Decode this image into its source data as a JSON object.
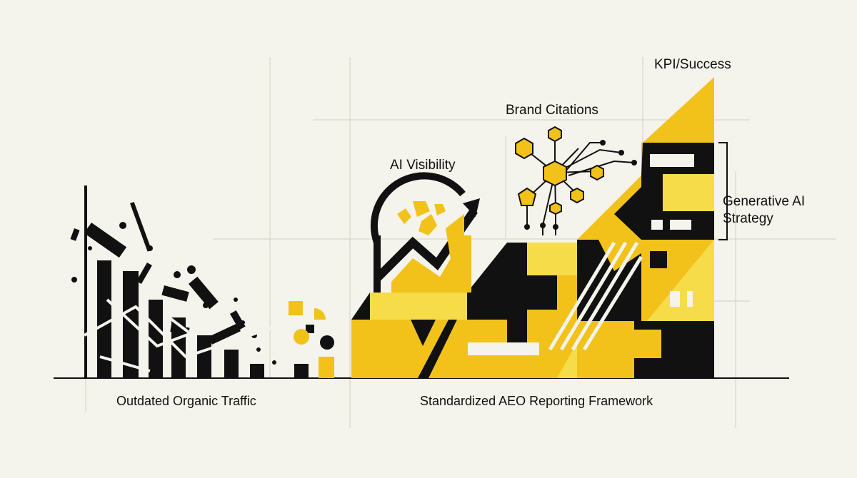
{
  "colors": {
    "background": "#f4f3ec",
    "ink": "#111111",
    "yellow": "#f2c21b",
    "light_yellow": "#f7dc4a",
    "guide": "#d4d2c0"
  },
  "labels": {
    "outdated": "Outdated Organic Traffic",
    "framework": "Standardized AEO Reporting Framework",
    "ai_visibility": "AI Visibility",
    "brand_citations": "Brand Citations",
    "kpi": "KPI/Success",
    "strategy_line1": "Generative AI",
    "strategy_line2": "Strategy"
  },
  "icons": {
    "declining_bars": "broken-bar-chart-icon",
    "visibility": "rising-arrow-icon",
    "citations": "network-hexagon-icon",
    "success": "triangle-peak-icon"
  }
}
